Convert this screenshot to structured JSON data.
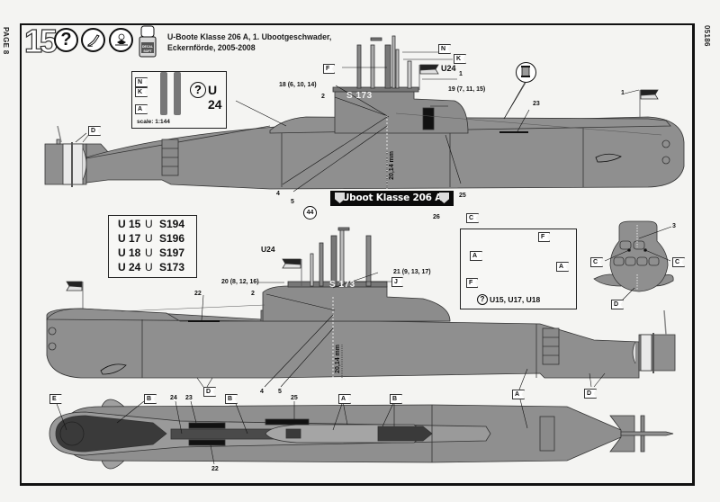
{
  "page": {
    "page_label": "PAGE 8",
    "document_number": "05186"
  },
  "step": {
    "number": "15",
    "icons": [
      "help-question-icon",
      "paint-brush-icon",
      "decal-water-icon",
      "decal-soft-bottle-icon"
    ],
    "decal_bottle_text": "DECAL SOFT",
    "title_line1": "U-Boote Klasse 206 A, 1. Ubootgeschwader,",
    "title_line2": "Eckernförde, 2005-2008"
  },
  "detail_inset": {
    "markers": [
      "N",
      "K",
      "A"
    ],
    "question_mark": "?",
    "boat_label": "U 24",
    "scale": "scale: 1:144"
  },
  "top_profile": {
    "boat_label": "U24",
    "sail_number": "S 173",
    "callouts": {
      "decal_18": "18 (6, 10, 14)",
      "decal_19": "19 (7, 11, 15)",
      "part_1": "1",
      "part_2": "2",
      "part_4": "4",
      "part_5": "5",
      "part_23": "23",
      "part_25": "25"
    },
    "paint_markers": [
      "N",
      "K",
      "F",
      "D"
    ],
    "dimension": "20,14 mm"
  },
  "nameplate": {
    "text": "Uboot Klasse 206 A",
    "callout_44": "44",
    "part_26": "26",
    "paint_marker": "C"
  },
  "hull_numbers": {
    "rows": [
      {
        "boat": "U 15",
        "sep": "U",
        "hull": "S194"
      },
      {
        "boat": "U 17",
        "sep": "U",
        "hull": "S196"
      },
      {
        "boat": "U 18",
        "sep": "U",
        "hull": "S197"
      },
      {
        "boat": "U 24",
        "sep": "U",
        "hull": "S173"
      }
    ]
  },
  "bottom_profile": {
    "boat_label": "U24",
    "sail_number": "S 173",
    "callouts": {
      "decal_20": "20 (8, 12, 16)",
      "decal_21": "21 (9, 13, 17)",
      "part_2": "2",
      "part_4": "4",
      "part_5": "5",
      "part_22": "22"
    },
    "paint_markers": [
      "J",
      "D",
      "A",
      "D"
    ],
    "dimension": "20,14 mm"
  },
  "variant_inset": {
    "markers": [
      "F",
      "A",
      "A",
      "F"
    ],
    "question_mark": "?",
    "caption": "U15, U17, U18"
  },
  "bow_view": {
    "callouts": {
      "part_3": "3"
    },
    "paint_markers": [
      "C",
      "C",
      "D"
    ]
  },
  "plan_view": {
    "callouts": {
      "part_24": "24",
      "part_23": "23",
      "part_25": "25",
      "part_22": "22"
    },
    "paint_markers": [
      "E",
      "B",
      "B",
      "A",
      "B"
    ]
  },
  "colors": {
    "hull_gray": "#8f8f8f",
    "deck_dark": "#3a3a3a",
    "frame": "#111111",
    "paper": "#f4f4f2"
  }
}
